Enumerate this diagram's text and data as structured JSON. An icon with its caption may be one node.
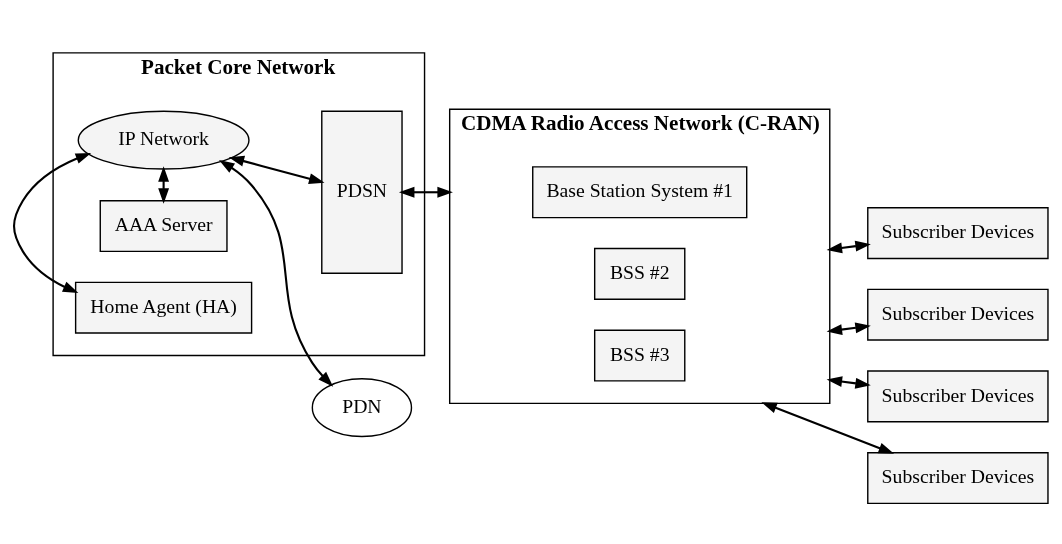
{
  "diagram": {
    "nodes": [
      {
        "text": [
          "PDN"
        ]
      },
      {
        "text": [
          "Packet Core Network"
        ]
      },
      {
        "text": [
          "AAA Server"
        ],
        "in": 1
      },
      {
        "text": [
          "IP Network"
        ],
        "in": 1
      },
      {
        "text": [
          "Home Agent (HA)"
        ],
        "in": 1
      },
      {
        "text": [
          "PDSN"
        ],
        "in": 1
      },
      {
        "text": [
          "CDMA Radio Access Network (C-RAN)"
        ]
      },
      {
        "text": [
          "Base Station System #1"
        ],
        "in": 6
      },
      {
        "text": [
          "BSS #2"
        ],
        "in": 6
      },
      {
        "text": [
          "BSS #3"
        ],
        "in": 6
      },
      {
        "text": [
          "Subscriber Devices"
        ]
      },
      {
        "text": [
          "Subscriber Devices"
        ]
      },
      {
        "text": [
          "Subscriber Devices"
        ]
      },
      {
        "text": [
          "Subscriber Devices"
        ]
      }
    ],
    "edges": [
      {
        "from": 3,
        "to": 0,
        "arrow": "both"
      },
      {
        "from": 2,
        "to": 3,
        "arrow": "both"
      },
      {
        "from": 4,
        "to": 3,
        "arrow": "both"
      },
      {
        "from": 3,
        "to": 5,
        "arrow": "both"
      },
      {
        "from": 5,
        "to": 6,
        "arrow": "both"
      },
      {
        "from": 6,
        "to": 10,
        "arrow": "both"
      },
      {
        "from": 6,
        "to": 11,
        "arrow": "both"
      },
      {
        "from": 6,
        "to": 12,
        "arrow": "both"
      },
      {
        "from": 6,
        "to": 13,
        "arrow": "both"
      }
    ]
  }
}
